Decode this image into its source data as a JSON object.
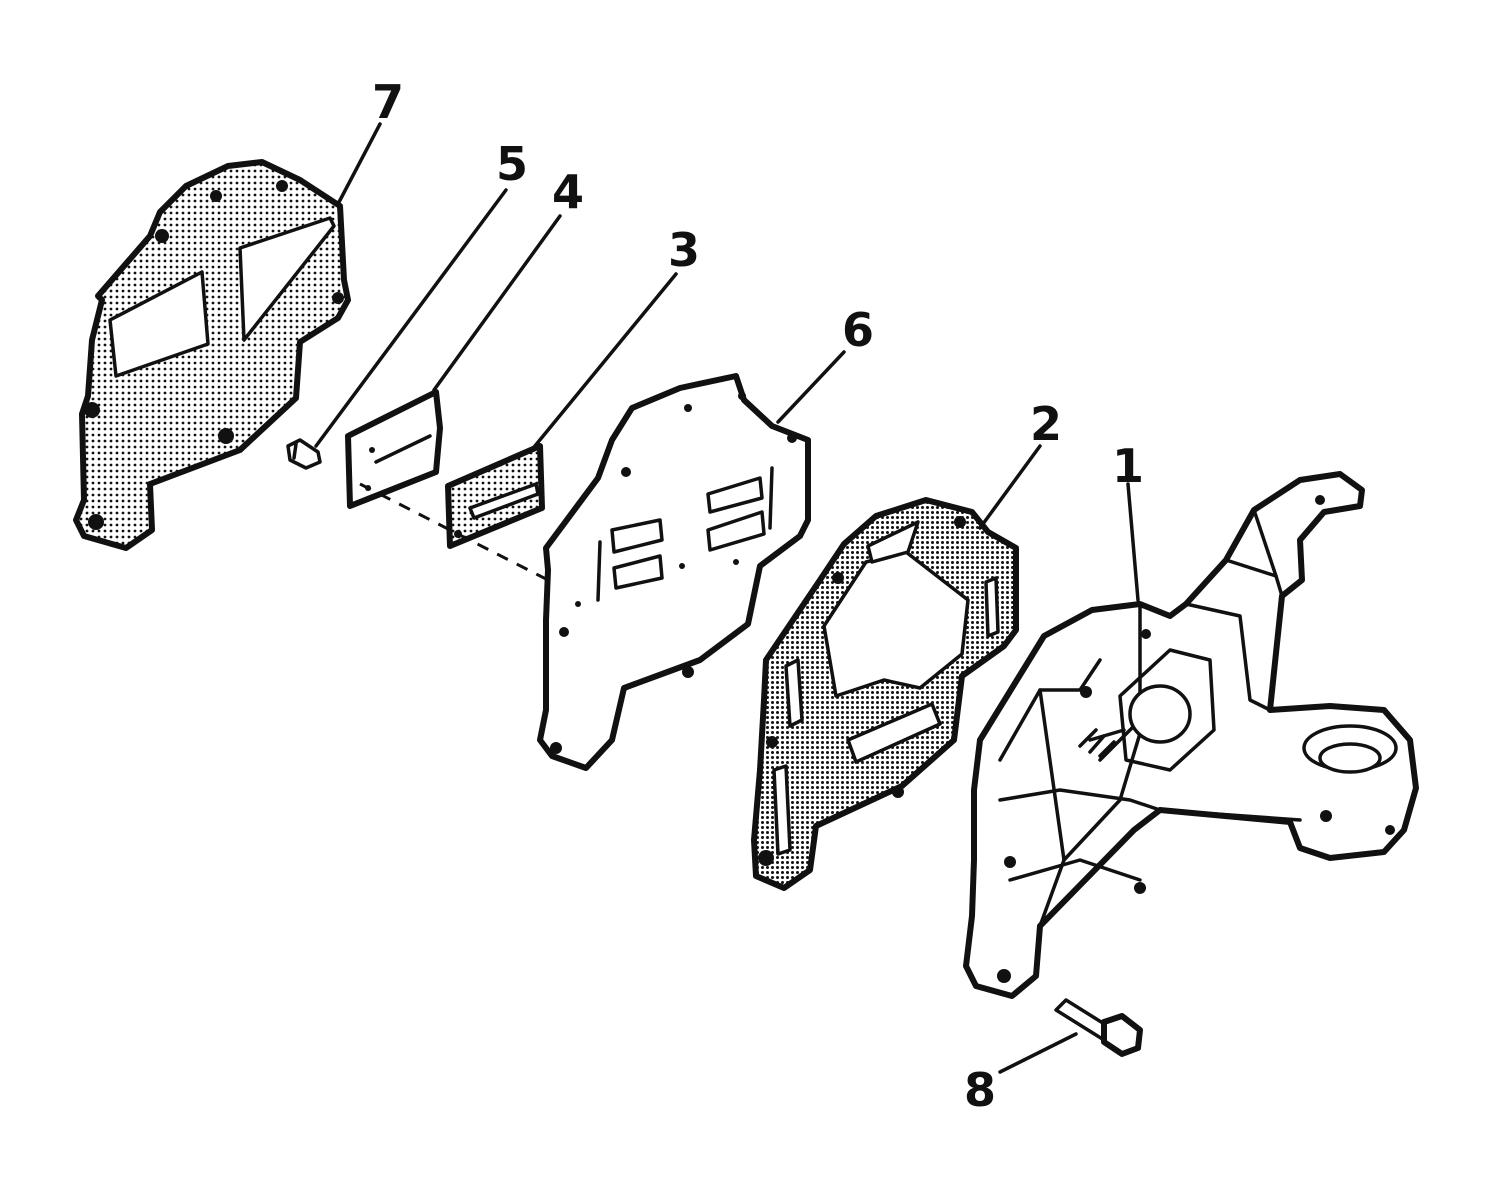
{
  "diagram": {
    "type": "exploded-parts-view",
    "ink_color": "#111111",
    "background_color": "#ffffff",
    "callouts": [
      {
        "id": "1",
        "label": "1"
      },
      {
        "id": "2",
        "label": "2"
      },
      {
        "id": "3",
        "label": "3"
      },
      {
        "id": "4",
        "label": "4"
      },
      {
        "id": "5",
        "label": "5"
      },
      {
        "id": "6",
        "label": "6"
      },
      {
        "id": "7",
        "label": "7"
      },
      {
        "id": "8",
        "label": "8"
      }
    ]
  }
}
